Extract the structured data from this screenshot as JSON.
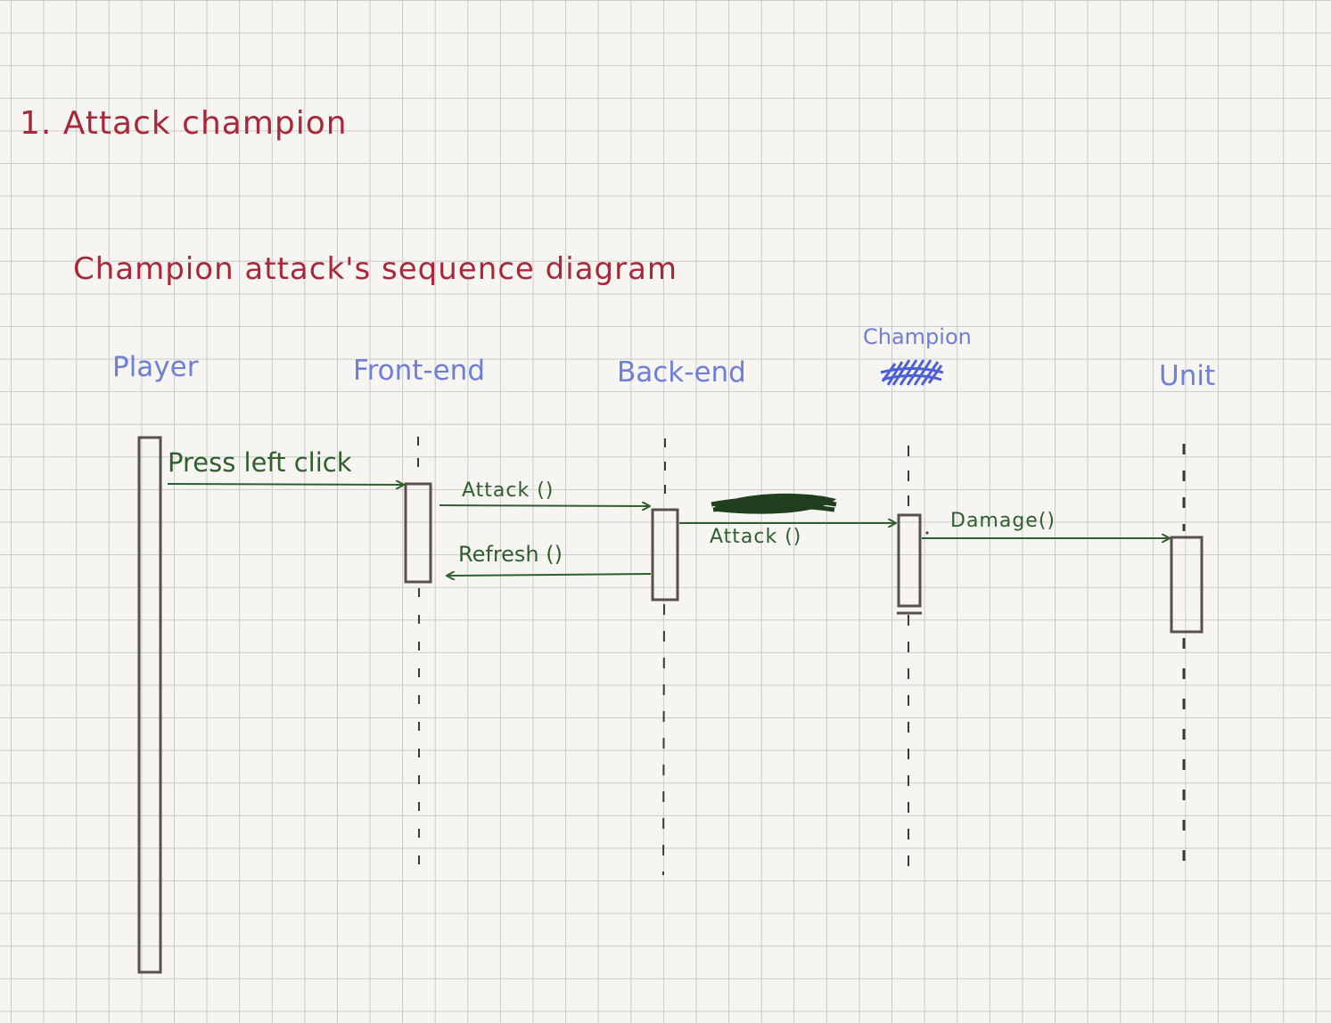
{
  "page_title": "1. Attack champion",
  "diagram_title": "Champion attack's sequence diagram",
  "lifelines": [
    {
      "label": "Player"
    },
    {
      "label": "Front-end"
    },
    {
      "label": "Back-end"
    },
    {
      "label": "Champion"
    },
    {
      "label": "Unit"
    }
  ],
  "messages": [
    {
      "label": "Press left click",
      "from": "Player",
      "to": "Front-end"
    },
    {
      "label": "Attack ()",
      "from": "Front-end",
      "to": "Back-end"
    },
    {
      "label": "Refresh ()",
      "from": "Back-end",
      "to": "Front-end"
    },
    {
      "label": "Attack ()",
      "from": "Back-end",
      "to": "Champion"
    },
    {
      "label": "Damage()",
      "from": "Champion",
      "to": "Unit"
    }
  ],
  "colors": {
    "title": "#a8283a",
    "lifeline_label": "#6f7fd8",
    "message": "#2f5f2f",
    "box": "#5a4f4f",
    "scribble_blue": "#4d5fd6",
    "scribble_green": "#1f3f1f"
  }
}
